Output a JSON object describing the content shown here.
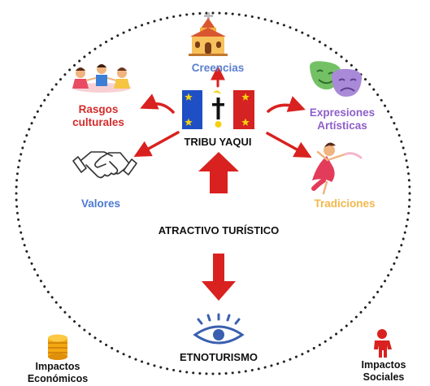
{
  "center": {
    "title": "TRIBU YAQUI"
  },
  "nodes": {
    "creencias": {
      "label": "Creencias",
      "color": "#5b7fd1",
      "icon": "church-icon"
    },
    "rasgos": {
      "line1": "Rasgos",
      "line2": "culturales",
      "color": "#d52b2b",
      "icon": "children-circle-icon"
    },
    "expresiones": {
      "line1": "Expresiones",
      "line2": "Artísticas",
      "color": "#8e5fcb",
      "icon": "theater-masks-icon"
    },
    "valores": {
      "label": "Valores",
      "color": "#4d79d1",
      "icon": "handshake-icon"
    },
    "tradiciones": {
      "label": "Tradiciones",
      "color": "#f2b84b",
      "icon": "dancer-icon"
    }
  },
  "flow": {
    "attraction": "ATRACTIVO TURÍSTICO",
    "result": "ETNOTURISMO",
    "result_icon": "eye-icon"
  },
  "impacts": {
    "economic": {
      "line1": "Impactos",
      "line2": "Económicos",
      "icon": "coin-stack-icon"
    },
    "social": {
      "line1": "Impactos",
      "line2": "Sociales",
      "icon": "person-icon"
    }
  },
  "colors": {
    "arrow": "#d9211f",
    "ring": "#222222",
    "flag_blue": "#1f4fc4",
    "flag_red": "#d52222",
    "star": "#f5d10f"
  }
}
